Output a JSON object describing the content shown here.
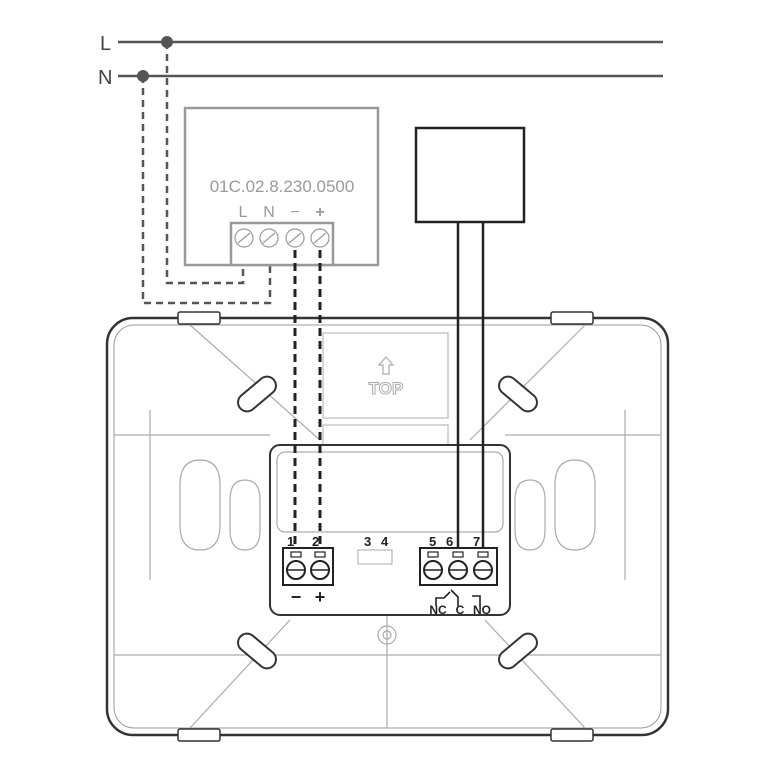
{
  "mains": {
    "line_label": "L",
    "neutral_label": "N"
  },
  "power_supply": {
    "model": "01C.02.8.230.0500",
    "terminals": [
      "L",
      "N",
      "−",
      "+"
    ]
  },
  "device": {
    "top_label": "TOP",
    "terminal_numbers": {
      "t1": "1",
      "t2": "2",
      "t3": "3",
      "t4": "4",
      "t5": "5",
      "t6": "6",
      "t7": "7"
    },
    "polarity": {
      "minus": "−",
      "plus": "+"
    },
    "relay_labels": {
      "nc": "NC",
      "c": "C",
      "no": "NO"
    }
  },
  "colors": {
    "wire": "#444444",
    "ps_gray": "#999999",
    "plate": "#333333",
    "plate_detail": "#bbbbbb"
  }
}
